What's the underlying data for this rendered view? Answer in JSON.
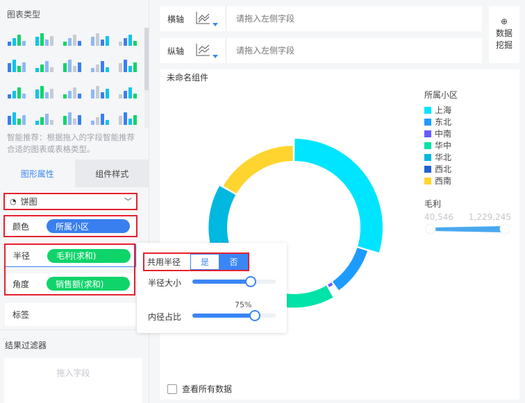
{
  "sidebar": {
    "chart_type_title": "图表类型",
    "chart_icons": [
      "grouped-table-icon",
      "cross-table-icon",
      "detail-table-icon",
      "kpi-number-icon",
      "kpi-list-icon",
      "kpi-indicator-icon",
      "map-icon",
      "stacked-bar-icon",
      "stacked-column-icon",
      "column-chart-icon",
      "bar-chart-icon",
      "waterfall-icon",
      "multi-line-icon",
      "line-chart-icon",
      "radar-chart-icon",
      "area-chart-icon",
      "combo-chart-icon",
      "scatter-chart-icon",
      "bubble-chart-icon",
      "pie-chart-icon"
    ],
    "hint": "智能推荐：根据拖入的字段智能推荐合适的图表或表格类型。",
    "tabs": [
      {
        "label": "图形属性"
      },
      {
        "label": "组件样式"
      }
    ],
    "chart_select": "饼图",
    "color_label": "颜色",
    "color_field": "所属小区",
    "radius_label": "半径",
    "radius_field": "毛利(求和)",
    "angle_label": "角度",
    "angle_field": "销售额(求和)",
    "tag_label": "标签",
    "filter_title": "结果过滤器",
    "filter_placeholder": "拖入字段"
  },
  "axes": {
    "x_label": "横轴",
    "y_label": "纵轴",
    "placeholder": "请拖入左侧字段",
    "data_mining_line1": "数据",
    "data_mining_line2": "挖掘"
  },
  "canvas": {
    "title": "未命名组件",
    "view_all": "查看所有数据"
  },
  "popup": {
    "shared_radius_label": "共用半径",
    "yes": "是",
    "no": "否",
    "selected": "否",
    "radius_size_label": "半径大小",
    "radius_size": 0.7,
    "inner_ratio_label": "内径占比",
    "inner_ratio_text": "75%",
    "inner_ratio": 0.75
  },
  "colors": {
    "accent": "#3a86f5",
    "green": "#0fd46a",
    "red": "#e5202e"
  },
  "chart_data": {
    "type": "pie",
    "variant": "rose-donut",
    "angle_field": "销售额(求和)",
    "radius_field": "毛利(求和)",
    "legend_title": "所属小区",
    "legend_items": [
      {
        "name": "上海",
        "color": "#00e5ff"
      },
      {
        "name": "东北",
        "color": "#1e9bff"
      },
      {
        "name": "中南",
        "color": "#6a5cff"
      },
      {
        "name": "华中",
        "color": "#00e3a8"
      },
      {
        "name": "华北",
        "color": "#00b8e0"
      },
      {
        "name": "西北",
        "color": "#2461d6"
      },
      {
        "name": "西南",
        "color": "#ffd42e"
      }
    ],
    "slices": [
      {
        "name": "上海",
        "sales": 107,
        "profit": 1229245
      },
      {
        "name": "东北",
        "sales": 38,
        "profit": 520000
      },
      {
        "name": "中南",
        "sales": 5,
        "profit": 40546
      },
      {
        "name": "华中",
        "sales": 55,
        "profit": 700000
      },
      {
        "name": "西北",
        "sales": 3,
        "profit": 60000
      },
      {
        "name": "华北",
        "sales": 92,
        "profit": 1000000
      },
      {
        "name": "西南",
        "sales": 60,
        "profit": 800000
      }
    ],
    "size_legend_title": "毛利",
    "size_min": "40,546",
    "size_max": "1,229,245"
  }
}
